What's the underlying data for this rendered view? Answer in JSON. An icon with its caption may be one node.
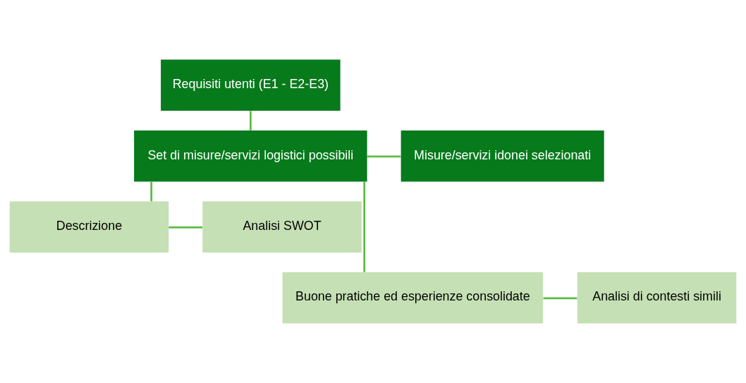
{
  "diagram": {
    "nodes": [
      {
        "text": [
          "Requisiti utenti (E1 - E2-E3)"
        ]
      },
      {
        "text": [
          "Set di misure/servizi logistici possibili"
        ]
      },
      {
        "text": [
          "Misure/servizi idonei selezionati"
        ]
      },
      {
        "text": [
          "Descrizione"
        ]
      },
      {
        "text": [
          "Analisi SWOT"
        ]
      },
      {
        "text": [
          "Buone pratiche ed esperienze consolidate"
        ]
      },
      {
        "text": [
          "Analisi di contesti simili"
        ]
      }
    ],
    "edges": [
      {
        "from": 0,
        "to": 1,
        "arrow": "none"
      },
      {
        "from": 1,
        "to": 2,
        "arrow": "none"
      },
      {
        "from": 1,
        "to": 3,
        "arrow": "none"
      },
      {
        "from": 1,
        "to": 5,
        "arrow": "none"
      },
      {
        "from": 3,
        "to": 4,
        "arrow": "none"
      },
      {
        "from": 5,
        "to": 6,
        "arrow": "none"
      }
    ]
  }
}
